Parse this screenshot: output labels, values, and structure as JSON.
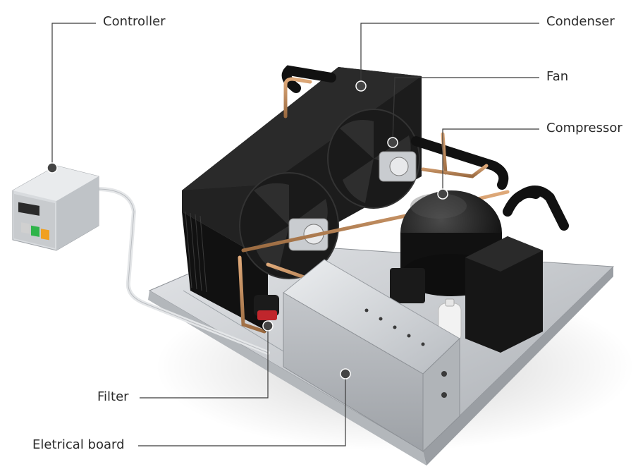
{
  "callouts": {
    "controller": "Controller",
    "condenser": "Condenser",
    "fan": "Fan",
    "compressor": "Compressor",
    "filter": "Filter",
    "electrical_board": "Eletrical board"
  },
  "colors": {
    "leader_line": "#3a3a3a",
    "marker_dot": "#444444",
    "label_text": "#2b2b2b",
    "tray": "#c9ccd0",
    "condenser_body": "#1f1f1f",
    "copper_pipe": "#c48a5a",
    "compressor_body": "#151515",
    "electrical_box": "#d8dadd",
    "controller_box": "#d3d6d9",
    "controller_green": "#2fb44a",
    "controller_orange": "#f0a020"
  }
}
